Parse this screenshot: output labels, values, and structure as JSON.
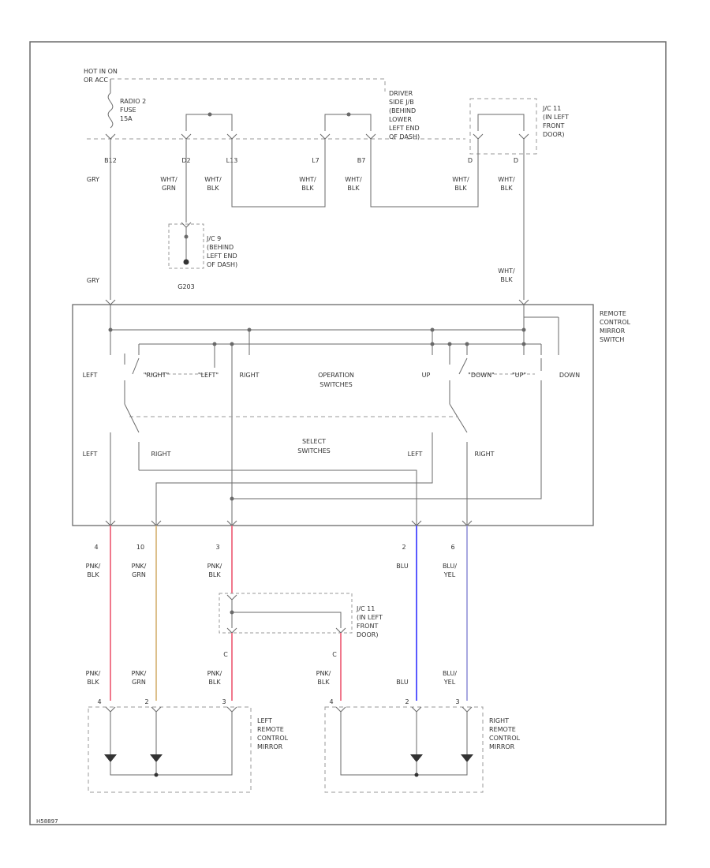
{
  "colors": {
    "line": "#6a6a6a",
    "dash": "#9a9a9a",
    "wire_pnk_blk": "#f0788c",
    "wire_pnk_grn": "#dcc08c",
    "wire_blu": "#5a5aff",
    "wire_blu_yel": "#a8a8e0",
    "text": "#333333"
  },
  "top": {
    "hot_label": "HOT IN ON",
    "hot_label2": "OR ACC",
    "fuse_l1": "RADIO 2",
    "fuse_l2": "FUSE",
    "fuse_l3": "15A",
    "jb_l1": "DRIVER",
    "jb_l2": "SIDE J/B",
    "jb_l3": "(BEHIND",
    "jb_l4": "LOWER",
    "jb_l5": "LEFT END",
    "jb_l6": "OF DASH)",
    "jc11_l1": "J/C 11",
    "jc11_l2": "(IN LEFT",
    "jc11_l3": "FRONT",
    "jc11_l4": "DOOR)",
    "pins": [
      "B12",
      "D2",
      "L13",
      "L7",
      "B7",
      "D",
      "D"
    ],
    "wires": [
      {
        "l1": "GRY",
        "l2": ""
      },
      {
        "l1": "WHT/",
        "l2": "GRN"
      },
      {
        "l1": "WHT/",
        "l2": "BLK"
      },
      {
        "l1": "WHT/",
        "l2": "BLK"
      },
      {
        "l1": "WHT/",
        "l2": "BLK"
      },
      {
        "l1": "WHT/",
        "l2": "BLK"
      },
      {
        "l1": "WHT/",
        "l2": "BLK"
      }
    ],
    "jc9_l1": "J/C 9",
    "jc9_l2": "(BEHIND",
    "jc9_l3": "LEFT END",
    "jc9_l4": "OF DASH)",
    "ground": "G203",
    "gry2": "GRY",
    "whtblk2_l1": "WHT/",
    "whtblk2_l2": "BLK"
  },
  "switch": {
    "title_l1": "REMOTE",
    "title_l2": "CONTROL",
    "title_l3": "MIRROR",
    "title_l4": "SWITCH",
    "left": "LEFT",
    "right_q": "\"RIGHT\"",
    "left_q": "\"LEFT\"",
    "right": "RIGHT",
    "op_l1": "OPERATION",
    "op_l2": "SWITCHES",
    "up": "UP",
    "down_q": "\"DOWN\"",
    "up_q": "\"UP\"",
    "down": "DOWN",
    "sel_l1": "SELECT",
    "sel_l2": "SWITCHES",
    "sel_left": "LEFT",
    "sel_right": "RIGHT",
    "sel_left2": "LEFT",
    "sel_right2": "RIGHT"
  },
  "outputs": [
    {
      "pin": "4",
      "l1": "PNK/",
      "l2": "BLK"
    },
    {
      "pin": "10",
      "l1": "PNK/",
      "l2": "GRN"
    },
    {
      "pin": "3",
      "l1": "PNK/",
      "l2": "BLK"
    },
    {
      "pin": "2",
      "l1": "BLU",
      "l2": ""
    },
    {
      "pin": "6",
      "l1": "BLU/",
      "l2": "YEL"
    }
  ],
  "jc11b": {
    "l1": "J/C 11",
    "l2": "(IN LEFT",
    "l3": "FRONT",
    "l4": "DOOR)"
  },
  "lower": {
    "c_left": "C",
    "c_right": "C",
    "w1_l1": "PNK/",
    "w1_l2": "BLK",
    "w2_l1": "PNK/",
    "w2_l2": "GRN",
    "w3_l1": "PNK/",
    "w3_l2": "BLK",
    "w4_l1": "PNK/",
    "w4_l2": "BLK",
    "w5_l1": "BLU",
    "w5_l2": "",
    "w6_l1": "BLU/",
    "w6_l2": "YEL",
    "lm_pins": [
      "4",
      "2",
      "3"
    ],
    "rm_pins": [
      "4",
      "2",
      "3"
    ],
    "lm_l1": "LEFT",
    "lm_l2": "REMOTE",
    "lm_l3": "CONTROL",
    "lm_l4": "MIRROR",
    "rm_l1": "RIGHT",
    "rm_l2": "REMOTE",
    "rm_l3": "CONTROL",
    "rm_l4": "MIRROR"
  },
  "footer_code": "H58897"
}
